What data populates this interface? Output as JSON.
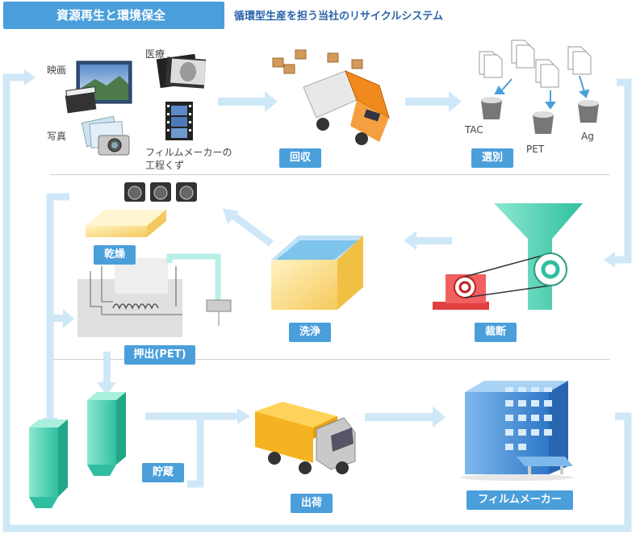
{
  "header": {
    "title": "資源再生と環境保全",
    "subtitle": "循環型生産を担う当社のリサイクルシステム"
  },
  "sources": {
    "movie": "映画",
    "photo": "写真",
    "medical": "医療",
    "film_waste_line1": "フィルムメーカーの",
    "film_waste_line2": "工程くず"
  },
  "sort_types": {
    "tac": "TAC",
    "pet": "PET",
    "ag": "Ag"
  },
  "steps": {
    "collect": "回収",
    "sort": "選別",
    "dry": "乾燥",
    "extrude": "押出(PET)",
    "wash": "洗浄",
    "cut": "裁断",
    "store": "貯蔵",
    "ship": "出荷",
    "film_maker": "フィルムメーカー"
  },
  "colors": {
    "brand_blue": "#4a9fdb",
    "flow_arrow": "#cfe8f8",
    "teal": "#3cc8a8",
    "text_blue": "#2a64a8"
  },
  "icons": {
    "movie": "film-clapperboard-icon",
    "photo": "camera-icon",
    "medical": "xray-film-icon",
    "film_waste": "film-strip-icon",
    "truck": "truck-icon",
    "building": "office-building-icon"
  }
}
